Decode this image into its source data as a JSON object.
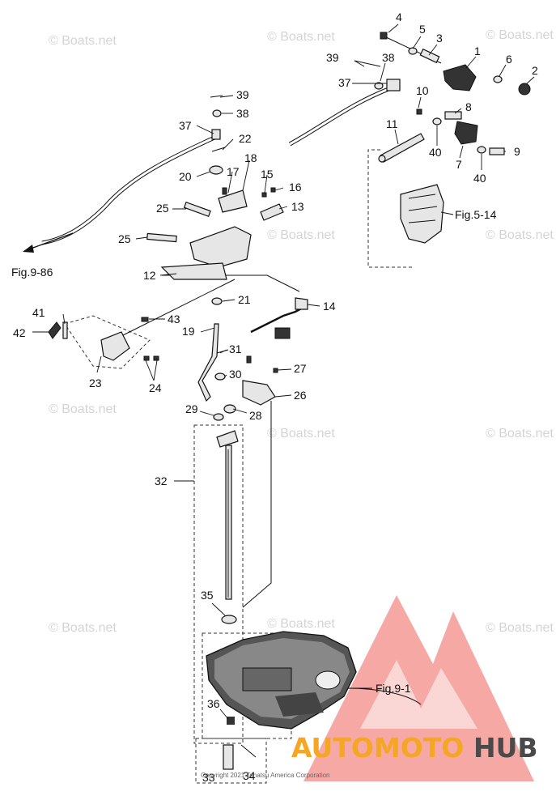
{
  "watermark": "© Boats.net",
  "copyright": "Copyright 2021 Tohatsu America Corporation",
  "brand": {
    "part1": "AUTOMOTO",
    "part2": "HUB",
    "color_accent": "#f5a623",
    "color_dark": "#4a4a4a",
    "color_logo": "#e8433f"
  },
  "figure_refs": {
    "fig_9_86": "Fig.9-86",
    "fig_5_14": "Fig.5-14",
    "fig_9_1": "Fig.9-1"
  },
  "callouts": {
    "c1": "1",
    "c2": "2",
    "c3": "3",
    "c4": "4",
    "c5": "5",
    "c6": "6",
    "c7": "7",
    "c8": "8",
    "c9": "9",
    "c10": "10",
    "c11": "11",
    "c12": "12",
    "c13": "13",
    "c14": "14",
    "c15": "15",
    "c16": "16",
    "c17": "17",
    "c18": "18",
    "c19": "19",
    "c20": "20",
    "c21": "21",
    "c22": "22",
    "c23": "23",
    "c24": "24",
    "c25a": "25",
    "c25b": "25",
    "c26": "26",
    "c27": "27",
    "c28": "28",
    "c29": "29",
    "c30": "30",
    "c31": "31",
    "c32": "32",
    "c33": "33",
    "c34": "34",
    "c35": "35",
    "c36": "36",
    "c37a": "37",
    "c37b": "37",
    "c38a": "38",
    "c38b": "38",
    "c39a": "39",
    "c39b": "39",
    "c40a": "40",
    "c40b": "40",
    "c41": "41",
    "c42": "42",
    "c43": "43"
  }
}
